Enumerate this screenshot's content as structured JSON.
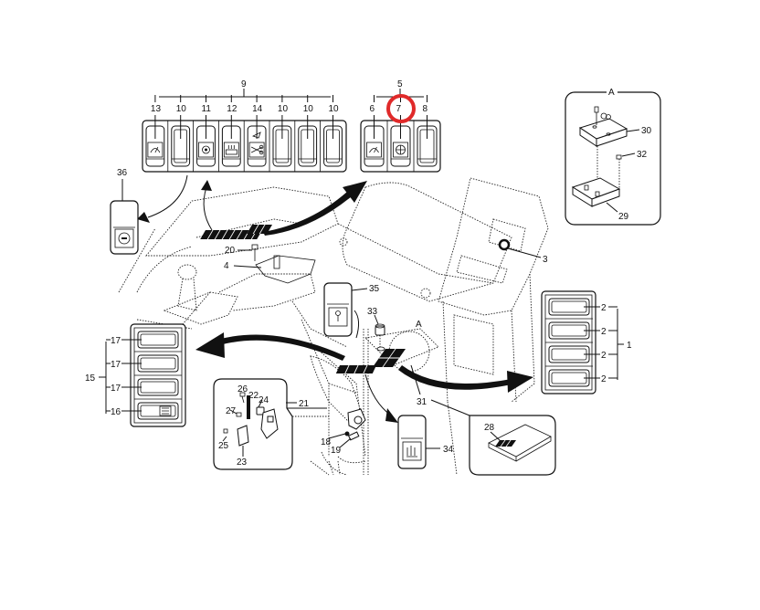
{
  "diagram": {
    "type": "exploded-parts-diagram",
    "highlight": {
      "part": "7",
      "color": "#e02a2a"
    },
    "top_switch_panel": {
      "group_label": "9",
      "slots": [
        {
          "label": "13",
          "icon": "wiper-window-icon"
        },
        {
          "label": "10",
          "icon": "blank"
        },
        {
          "label": "11",
          "icon": "fan-icon"
        },
        {
          "label": "12",
          "icon": "heater-icon"
        },
        {
          "label": "14",
          "icon": "scissor-lift-icon"
        },
        {
          "label": "10",
          "icon": "blank"
        },
        {
          "label": "10",
          "icon": "blank"
        },
        {
          "label": "10",
          "icon": "blank"
        }
      ]
    },
    "wiper_panel": {
      "group_label": "5",
      "slots": [
        {
          "label": "6",
          "icon": "windshield-wiper-icon"
        },
        {
          "label": "7",
          "icon": "washer-icon"
        },
        {
          "label": "8",
          "icon": "blank"
        }
      ]
    },
    "detail_a": {
      "title": "A",
      "labels": [
        "30",
        "32",
        "29"
      ]
    },
    "right_panel": {
      "group_label": "1",
      "slot_labels": [
        "2",
        "2",
        "2",
        "2"
      ]
    },
    "left_panel": {
      "group_label": "15",
      "slot_labels": [
        "17",
        "17",
        "17",
        "16"
      ]
    },
    "detail_21": {
      "labels": [
        "26",
        "22",
        "24",
        "27",
        "25",
        "23",
        "21"
      ]
    },
    "detail_28": {
      "label": "28"
    },
    "single_switches": [
      {
        "label": "36",
        "icon": "horn-icon"
      },
      {
        "label": "35",
        "icon": "key-icon"
      },
      {
        "label": "34",
        "icon": "seat-heater-icon"
      }
    ],
    "callouts": {
      "c20": "20",
      "c4": "4",
      "c3": "3",
      "c33": "33",
      "cA": "A",
      "c31": "31",
      "c18": "18",
      "c19": "19"
    }
  }
}
